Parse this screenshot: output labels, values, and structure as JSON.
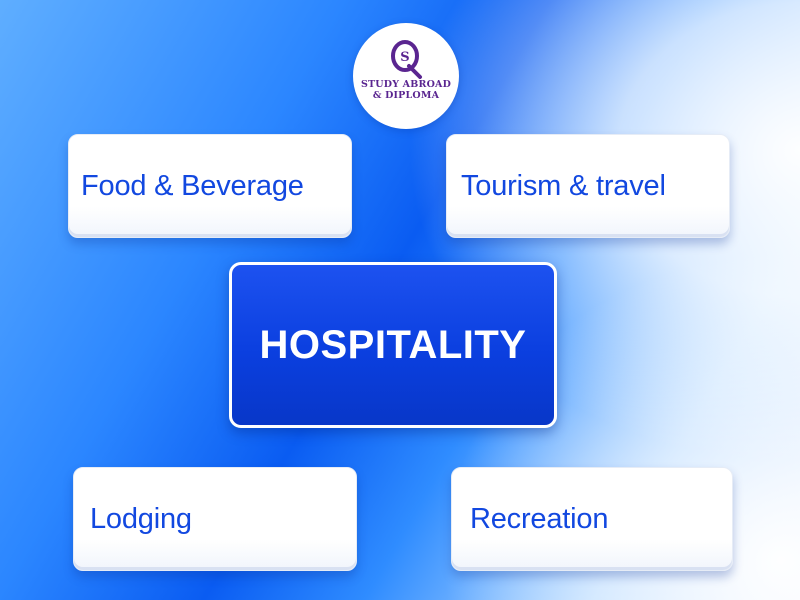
{
  "logo": {
    "line1": "STUDY ABROAD",
    "line2": "& DIPLOMA",
    "icon": "qs-monogram-icon",
    "color": "#5a2590"
  },
  "center": {
    "label": "HOSPITALITY",
    "color": "#0b3fdf"
  },
  "cards": {
    "food": "Food & Beverage",
    "tourism": "Tourism & travel",
    "lodging": "Lodging",
    "recreation": "Recreation",
    "text_color": "#1248e0"
  }
}
